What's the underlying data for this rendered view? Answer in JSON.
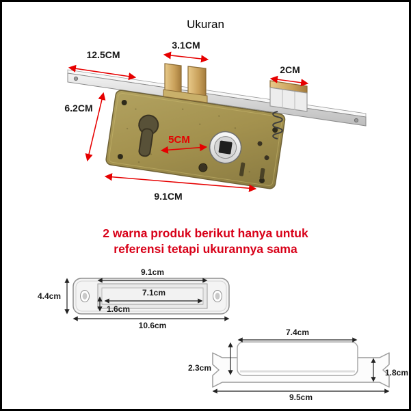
{
  "title": "Ukuran",
  "note": {
    "line1": "2 warna produk berikut hanya untuk",
    "line2": "referensi tetapi ukurannya sama"
  },
  "lock": {
    "faceplate_length": "12.5CM",
    "latch_width": "3.1CM",
    "deadbolt_width": "2CM",
    "body_height": "6.2CM",
    "backset": "5CM",
    "body_width": "9.1CM"
  },
  "strike_plate": {
    "inner_top_width": "9.1cm",
    "slot_width": "7.1cm",
    "slot_height": "1.6cm",
    "plate_height": "4.4cm",
    "plate_width": "10.6cm"
  },
  "strike_box": {
    "box_width": "7.4cm",
    "box_height": "2.3cm",
    "plate_height": "1.8cm",
    "plate_width": "9.5cm"
  },
  "colors": {
    "annotation_red": "#e60000",
    "note_red": "#d80018",
    "label_black": "#161616",
    "lock_body_brass": "#a3914e",
    "faceplate_silver": "#d9d9d9",
    "strike_white": "#fcfcfc"
  }
}
